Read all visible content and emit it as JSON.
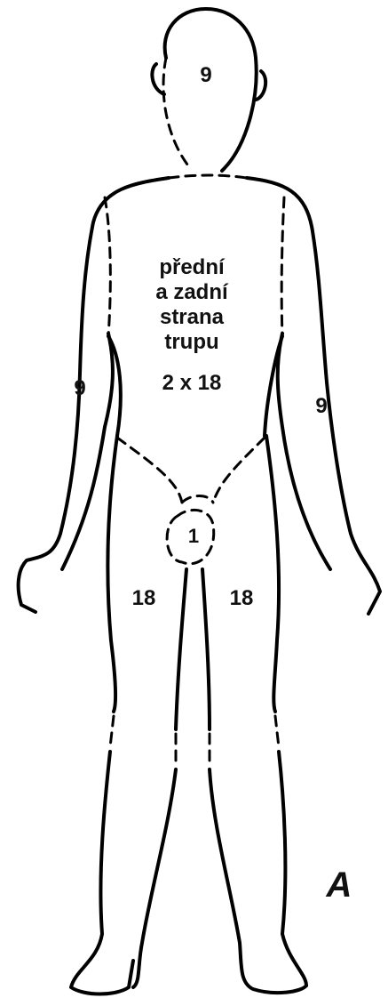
{
  "regions": {
    "head": "9",
    "torso": {
      "line1": "přední",
      "line2": "a zadní",
      "line3": "strana",
      "line4": "trupu",
      "value": "2 x 18"
    },
    "left_arm": "9",
    "right_arm": "9",
    "genital": "1",
    "left_leg": "18",
    "right_leg": "18"
  },
  "figure_letter": "A"
}
